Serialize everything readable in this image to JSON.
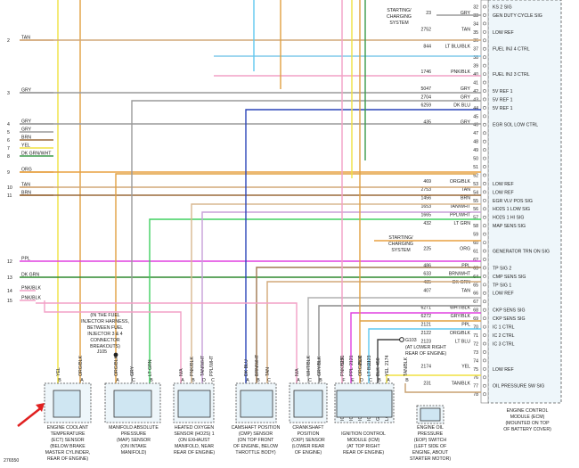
{
  "figure_id": "276550",
  "ecm": {
    "label_lines": [
      "ENGINE CONTROL",
      "MODULE (ECM)",
      "(MOUNTED ON TOP",
      "OF BATTERY COVER)"
    ],
    "pins": [
      {
        "pin": "32",
        "name": "KS 2 SIG",
        "wire": "",
        "color": "",
        "hex": "#cccccc"
      },
      {
        "pin": "33",
        "name": "GEN DUTY CYCLE SIG",
        "wire": "23",
        "color": "GRY",
        "hex": "#9a9a9a"
      },
      {
        "pin": "34",
        "name": "",
        "wire": "",
        "color": "",
        "hex": "#cccccc"
      },
      {
        "pin": "35",
        "name": "LOW REF",
        "wire": "2752",
        "color": "TAN",
        "hex": "#d2a878"
      },
      {
        "pin": "36",
        "name": "",
        "wire": "",
        "color": "",
        "hex": "#cccccc"
      },
      {
        "pin": "37",
        "name": "FUEL INJ 4 CTRL",
        "wire": "844",
        "color": "LT BLU/BLK",
        "hex": "#7fc8ea"
      },
      {
        "pin": "38",
        "name": "",
        "wire": "",
        "color": "",
        "hex": "#cccccc"
      },
      {
        "pin": "39",
        "name": "",
        "wire": "",
        "color": "",
        "hex": "#cccccc"
      },
      {
        "pin": "40",
        "name": "FUEL INJ 3 CTRL",
        "wire": "1746",
        "color": "PNK/BLK",
        "hex": "#f2a0c6"
      },
      {
        "pin": "41",
        "name": "",
        "wire": "",
        "color": "",
        "hex": "#cccccc"
      },
      {
        "pin": "42",
        "name": "5V REF 1",
        "wire": "5047",
        "color": "GRY",
        "hex": "#9a9a9a"
      },
      {
        "pin": "43",
        "name": "5V REF 1",
        "wire": "2704",
        "color": "GRY",
        "hex": "#9a9a9a"
      },
      {
        "pin": "44",
        "name": "5V REF 1",
        "wire": "6259",
        "color": "DK BLU",
        "hex": "#2a44b8"
      },
      {
        "pin": "45",
        "name": "",
        "wire": "",
        "color": "",
        "hex": "#cccccc"
      },
      {
        "pin": "46",
        "name": "EGR SOL LOW CTRL",
        "wire": "435",
        "color": "GRY",
        "hex": "#9a9a9a"
      },
      {
        "pin": "47",
        "name": "",
        "wire": "",
        "color": "",
        "hex": "#cccccc"
      },
      {
        "pin": "48",
        "name": "",
        "wire": "",
        "color": "",
        "hex": "#cccccc"
      },
      {
        "pin": "49",
        "name": "",
        "wire": "",
        "color": "",
        "hex": "#cccccc"
      },
      {
        "pin": "50",
        "name": "",
        "wire": "",
        "color": "",
        "hex": "#cccccc"
      },
      {
        "pin": "51",
        "name": "",
        "wire": "",
        "color": "",
        "hex": "#cccccc"
      },
      {
        "pin": "52",
        "name": "",
        "wire": "",
        "color": "",
        "hex": "#cccccc"
      },
      {
        "pin": "53",
        "name": "LOW REF",
        "wire": "469",
        "color": "ORG/BLK",
        "hex": "#e0a040"
      },
      {
        "pin": "54",
        "name": "LOW REF",
        "wire": "2753",
        "color": "TAN",
        "hex": "#d2a878"
      },
      {
        "pin": "55",
        "name": "EGR VLV POS SIG",
        "wire": "1456",
        "color": "BRN",
        "hex": "#9a6a3a"
      },
      {
        "pin": "56",
        "name": "HO2S 1 LOW SIG",
        "wire": "1653",
        "color": "TAN/WHT",
        "hex": "#d8b890"
      },
      {
        "pin": "57",
        "name": "HO2S 1 HI SIG",
        "wire": "1665",
        "color": "PPL/WHT",
        "hex": "#c8a0d8"
      },
      {
        "pin": "58",
        "name": "MAP SENS SIG",
        "wire": "432",
        "color": "LT GRN",
        "hex": "#40d060"
      },
      {
        "pin": "59",
        "name": "",
        "wire": "",
        "color": "",
        "hex": "#cccccc"
      },
      {
        "pin": "60",
        "name": "",
        "wire": "",
        "color": "",
        "hex": "#cccccc"
      },
      {
        "pin": "61",
        "name": "GENERATOR TRN ON SIG",
        "wire": "225",
        "color": "ORG",
        "hex": "#e8a040"
      },
      {
        "pin": "62",
        "name": "",
        "wire": "",
        "color": "",
        "hex": "#cccccc"
      },
      {
        "pin": "63",
        "name": "TP SIG 2",
        "wire": "486",
        "color": "PPL",
        "hex": "#e040e0"
      },
      {
        "pin": "64",
        "name": "CMP SENS SIG",
        "wire": "633",
        "color": "BRN/WHT",
        "hex": "#a07850"
      },
      {
        "pin": "65",
        "name": "TP SIG 1",
        "wire": "485",
        "color": "DK GRN",
        "hex": "#2e8a2e"
      },
      {
        "pin": "66",
        "name": "LOW REF",
        "wire": "407",
        "color": "TAN",
        "hex": "#d2a878"
      },
      {
        "pin": "67",
        "name": "",
        "wire": "",
        "color": "",
        "hex": "#cccccc"
      },
      {
        "pin": "68",
        "name": "CKP SENS SIG",
        "wire": "6271",
        "color": "WHT/BLK",
        "hex": "#b0b0b0"
      },
      {
        "pin": "69",
        "name": "CKP SENS SIG",
        "wire": "6272",
        "color": "GRY/BLK",
        "hex": "#8a8a8a"
      },
      {
        "pin": "70",
        "name": "IC 1 CTRL",
        "wire": "2121",
        "color": "PPL",
        "hex": "#e040e0"
      },
      {
        "pin": "71",
        "name": "IC 2 CTRL",
        "wire": "2122",
        "color": "ORG/BLK",
        "hex": "#e0a040"
      },
      {
        "pin": "72",
        "name": "IC 3 CTRL",
        "wire": "2123",
        "color": "LT BLU",
        "hex": "#5fc8f0"
      },
      {
        "pin": "73",
        "name": "",
        "wire": "",
        "color": "",
        "hex": "#cccccc"
      },
      {
        "pin": "74",
        "name": "",
        "wire": "",
        "color": "",
        "hex": "#cccccc"
      },
      {
        "pin": "75",
        "name": "LOW REF",
        "wire": "2174",
        "color": "YEL",
        "hex": "#f0e040"
      },
      {
        "pin": "76",
        "name": "",
        "wire": "",
        "color": "",
        "hex": "#cccccc"
      },
      {
        "pin": "77",
        "name": "OIL PRESSURE SW SIG",
        "wire": "231",
        "color": "TAN/BLK",
        "hex": "#c8a070"
      },
      {
        "pin": "78",
        "name": "",
        "wire": "",
        "color": "",
        "hex": "#cccccc"
      }
    ]
  },
  "left_wires": [
    {
      "num": "2",
      "color": "TAN",
      "hex": "#d2a878"
    },
    {
      "num": "3",
      "color": "GRY",
      "hex": "#9a9a9a"
    },
    {
      "num": "4",
      "color": "GRY",
      "hex": "#9a9a9a"
    },
    {
      "num": "5",
      "color": "GRY",
      "hex": "#9a9a9a"
    },
    {
      "num": "6",
      "color": "BRN",
      "hex": "#9a6a3a"
    },
    {
      "num": "7",
      "color": "YEL",
      "hex": "#f0e040"
    },
    {
      "num": "8",
      "color": "DK GRN/WHT",
      "hex": "#3a9a4a"
    },
    {
      "num": "9",
      "color": "ORG",
      "hex": "#e8a040"
    },
    {
      "num": "10",
      "color": "TAN",
      "hex": "#d2a878"
    },
    {
      "num": "11",
      "color": "BRN",
      "hex": "#9a6a3a"
    },
    {
      "num": "12",
      "color": "PPL",
      "hex": "#e040e0"
    },
    {
      "num": "13",
      "color": "DK GRN",
      "hex": "#2e8a2e"
    },
    {
      "num": "14",
      "color": "PNK/BLK",
      "hex": "#f2a0c6"
    },
    {
      "num": "15",
      "color": "PNK/BLK",
      "hex": "#f2a0c6"
    }
  ],
  "starting_charging": {
    "lines": [
      "STARTING/",
      "CHARGING",
      "SYSTEM"
    ]
  },
  "fuel_injector_note": [
    "(IN THE FUEL",
    "INJECTOR HARNESS,",
    "BETWEEN FUEL",
    "INJECTOR 3 & 4",
    "CONNECTOR",
    "BREAKOUTS)"
  ],
  "splice_j105": "J105",
  "ground_g103": {
    "id": "G103",
    "lines": [
      "(AT LOWER RIGHT",
      "REAR OF ENGINE)"
    ]
  },
  "components": [
    {
      "id": "ect",
      "label_lines": [
        "ENGINE COOLANT",
        "TEMPERATURE",
        "(ECT) SENSOR",
        "(BELOW BRAKE",
        "MASTER CYLINDER,",
        "REAR OF ENGINE)"
      ],
      "pins": [
        {
          "letter": "B",
          "color": "YEL"
        },
        {
          "letter": "A",
          "color": "ORG/BLK"
        }
      ]
    },
    {
      "id": "map",
      "label_lines": [
        "MANIFOLD ABSOLUTE",
        "PRESSURE",
        "(MAP) SENSOR",
        "(ON INTAKE",
        "MANIFOLD)"
      ],
      "pins": [
        {
          "letter": "A",
          "color": "ORG/BLK"
        },
        {
          "letter": "C",
          "color": "GRY"
        },
        {
          "letter": "B",
          "color": "LT GRN"
        }
      ]
    },
    {
      "id": "ho2s",
      "label_lines": [
        "HEATED OXYGEN",
        "SENSOR (HO2S) 1",
        "(ON EXHAUST",
        "MANIFOLD, NEAR",
        "REAR OF ENGINE)"
      ],
      "pins": [
        {
          "letter": "A",
          "color": "N/A"
        },
        {
          "letter": "B",
          "color": "PNK/BLK"
        },
        {
          "letter": "D",
          "color": "TAN/WHT"
        },
        {
          "letter": "C",
          "color": "PPL/WHT"
        }
      ]
    },
    {
      "id": "cmp",
      "label_lines": [
        "CAMSHAFT POSITION",
        "(CMP) SENSOR",
        "(ON TOP FRONT",
        "OF ENGINE, BELOW",
        "THROTTLE BODY)"
      ],
      "pins": [
        {
          "letter": "A",
          "color": "DK BLU"
        },
        {
          "letter": "B",
          "color": "BRN/WHT"
        },
        {
          "letter": "C",
          "color": "TAN"
        }
      ]
    },
    {
      "id": "ckp",
      "label_lines": [
        "CRANKSHAFT",
        "POSITION",
        "(CKP) SENSOR",
        "(LOWER REAR",
        "OF ENGINE)"
      ],
      "pins": [
        {
          "letter": "A",
          "color": "N/A"
        },
        {
          "letter": "C",
          "color": "WHT/BLK"
        },
        {
          "letter": "B",
          "color": "GRY/BLK"
        }
      ]
    },
    {
      "id": "icm",
      "label_lines": [
        "IGNITION CONTROL",
        "MODULE (ICM)",
        "(AT TOP RIGHT",
        "REAR OF ENGINE)"
      ],
      "pins": [
        {
          "letter": "F",
          "color": "PNK/BLK",
          "wire": "5291",
          "func": "IGN 1 VOLT"
        },
        {
          "letter": "E",
          "color": "PPL",
          "wire": "2121",
          "func": "IC 1 CTRL"
        },
        {
          "letter": "D",
          "color": "ORG/BLK",
          "wire": "2122",
          "func": "IC 2 CTRL"
        },
        {
          "letter": "C",
          "color": "LT BLU",
          "wire": "2123",
          "func": "IC 3 CTRL"
        },
        {
          "letter": "B",
          "color": "BLK",
          "wire": "450",
          "func": "GND"
        },
        {
          "letter": "A",
          "color": "YEL",
          "wire": "2174",
          "func": "LO REF"
        }
      ]
    },
    {
      "id": "eop",
      "label_lines": [
        "ENGINE OIL",
        "PRESSURE",
        "(EOP) SWITCH",
        "(LEFT SIDE OF",
        "ENGINE, ABOUT",
        "STARTER MOTOR)"
      ],
      "pins": [
        {
          "letter": "B",
          "color": "TAN/BLK"
        }
      ]
    }
  ]
}
